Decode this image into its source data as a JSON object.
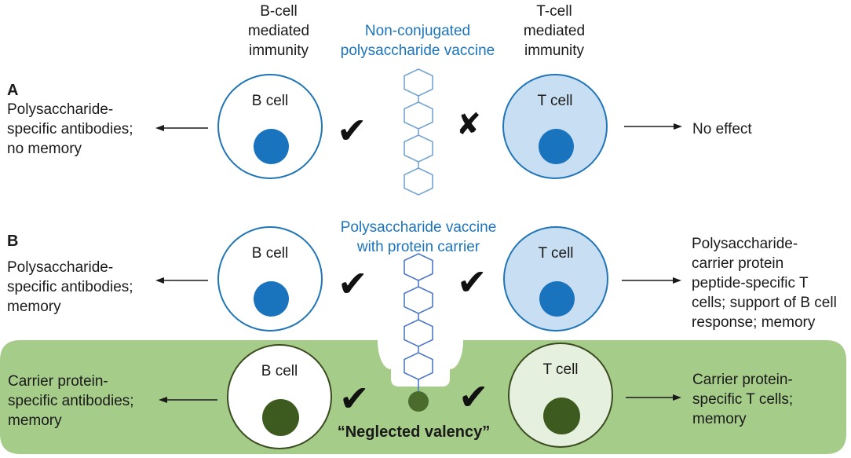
{
  "palette": {
    "band_green": "#a6cc8a",
    "carrier_green": "#4a6b2b",
    "nucleus_green": "#3d5a1f",
    "cell_green_fill": "#e6f0de",
    "cell_green_stroke": "#3a4b20",
    "cell_blue_stroke": "#2075b6",
    "cell_blue_fill": "#c8def2",
    "nucleus_blue": "#1a74bd",
    "chain_light_blue": "#74a5d2",
    "chain_blue": "#4e79c7",
    "header_blue": "#1b74bc",
    "arrow_black": "#1a1a1a"
  },
  "headers": {
    "b_cell_column": "B-cell\nmediated\nimmunity",
    "t_cell_column": "T-cell\nmediated\nimmunity",
    "vaccine_row_a": "Non-conjugated\npolysaccharide vaccine",
    "vaccine_row_b": "Polysaccharide vaccine\nwith protein carrier"
  },
  "cells": {
    "b_label": "B cell",
    "t_label": "T cell"
  },
  "icons": {
    "check": "✔",
    "cross": "✘"
  },
  "rows": {
    "a": {
      "label": "A",
      "left_text": "Polysaccharide-\nspecific antibodies;\nno memory",
      "right_text": "No effect"
    },
    "b": {
      "label": "B",
      "left_text": "Polysaccharide-\nspecific antibodies;\nmemory",
      "right_text": "Polysaccharide-\ncarrier protein\npeptide-specific T\ncells; support of B cell\nresponse; memory"
    },
    "c": {
      "left_text": "Carrier protein-\nspecific antibodies;\nmemory",
      "right_text": "Carrier protein-\nspecific T cells;\nmemory",
      "caption": "“Neglected valency”"
    }
  }
}
